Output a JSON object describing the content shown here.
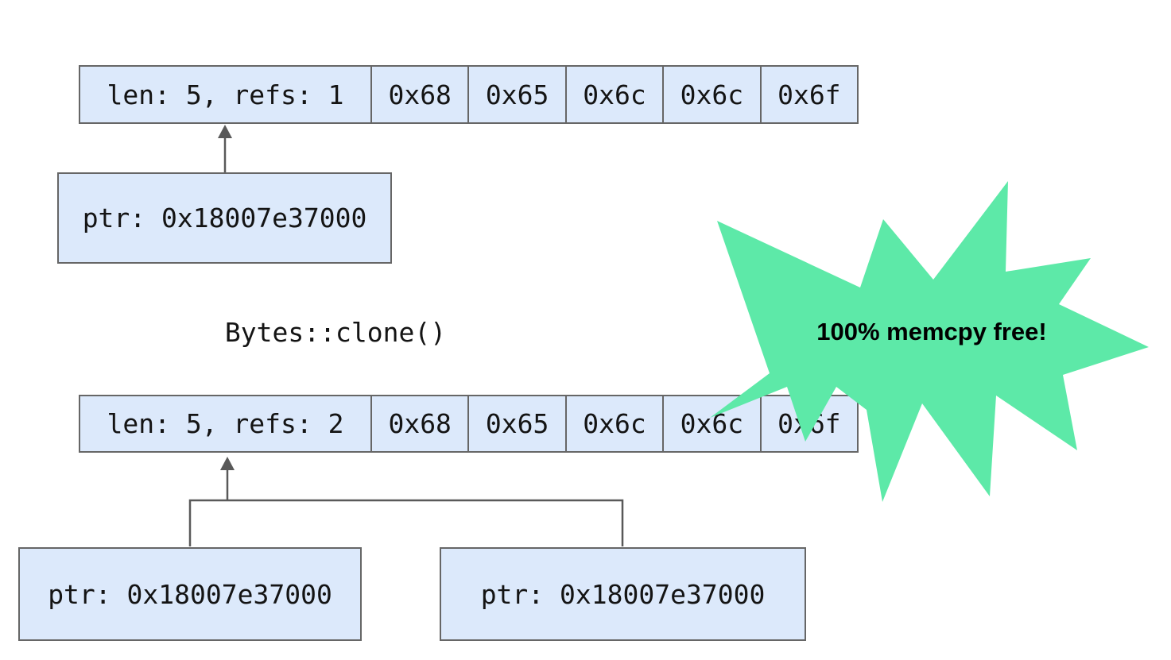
{
  "colors": {
    "background": "#ffffff",
    "box_fill": "#dce9fb",
    "box_border": "#666666",
    "connector": "#595959",
    "star_fill": "#5de9a8",
    "text": "#141414",
    "badge_text": "#000000"
  },
  "state_before": {
    "header_cell": "len: 5, refs: 1",
    "byte_cells": [
      "0x68",
      "0x65",
      "0x6c",
      "0x6c",
      "0x6f"
    ],
    "ptr_box": "ptr: 0x18007e37000"
  },
  "transition_label": "Bytes::clone()",
  "state_after": {
    "header_cell": "len: 5, refs: 2",
    "byte_cells": [
      "0x68",
      "0x65",
      "0x6c",
      "0x6c",
      "0x6f"
    ],
    "ptr_boxes": [
      "ptr: 0x18007e37000",
      "ptr: 0x18007e37000"
    ]
  },
  "badge_label": "100% memcpy free!"
}
